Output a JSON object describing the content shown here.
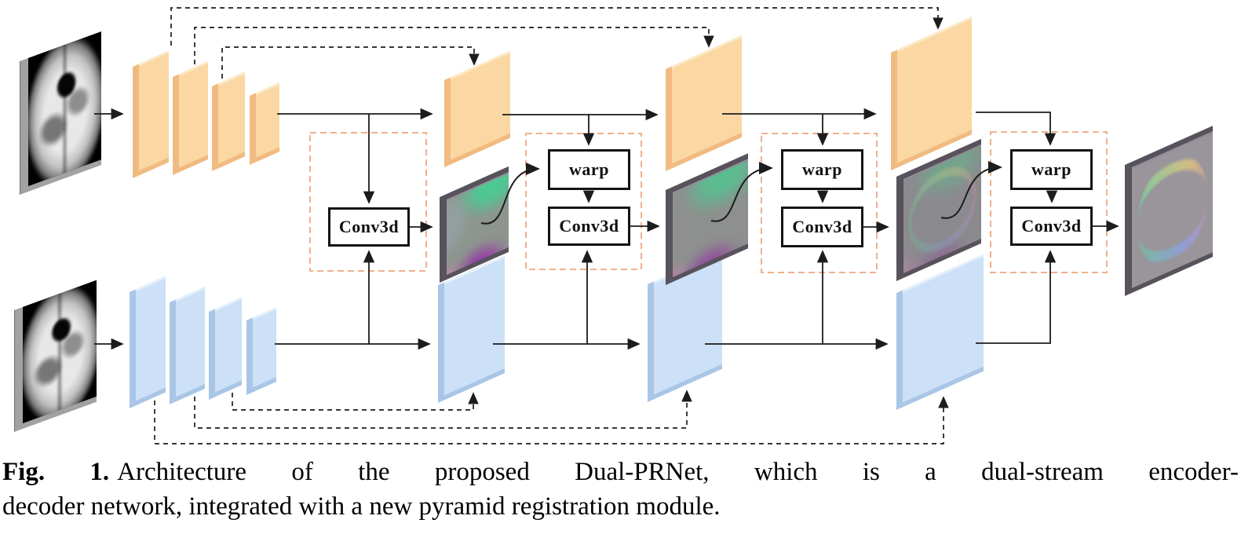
{
  "figure": {
    "caption": {
      "label": "Fig. 1.",
      "line1_rest": "Architecture of the proposed Dual-PRNet, which is a dual-stream encoder-",
      "line2": "decoder network, integrated with a new pyramid registration module."
    }
  },
  "diagram": {
    "inputs": [
      {
        "name": "fixed brain MRI slice"
      },
      {
        "name": "moving brain MRI slice"
      }
    ],
    "encoder_streams": [
      {
        "name": "fixed-image encoder",
        "panel_count": 4,
        "color": "#fbd7a3"
      },
      {
        "name": "moving-image encoder",
        "panel_count": 4,
        "color": "#cce0f7"
      }
    ],
    "decoder_panels": {
      "fixed_stream": 3,
      "moving_stream": 3
    },
    "deformation_field_count": 4,
    "modules": [
      {
        "conv": "Conv3d"
      },
      {
        "warp": "warp",
        "conv": "Conv3d"
      },
      {
        "warp": "warp",
        "conv": "Conv3d"
      },
      {
        "warp": "warp",
        "conv": "Conv3d"
      }
    ],
    "colors": {
      "fixed_panel": "#fbd7a3",
      "fixed_panel_edge": "#f0bb81",
      "moving_panel": "#cce0f7",
      "moving_panel_edge": "#a9c6e6",
      "field_edge": "#57525c",
      "field_green": "#4acb94",
      "field_purple": "#9434a6",
      "field_pink": "#e27abc",
      "module_region_dash": "#f0b08c",
      "wire": "#2a2a2a"
    }
  }
}
